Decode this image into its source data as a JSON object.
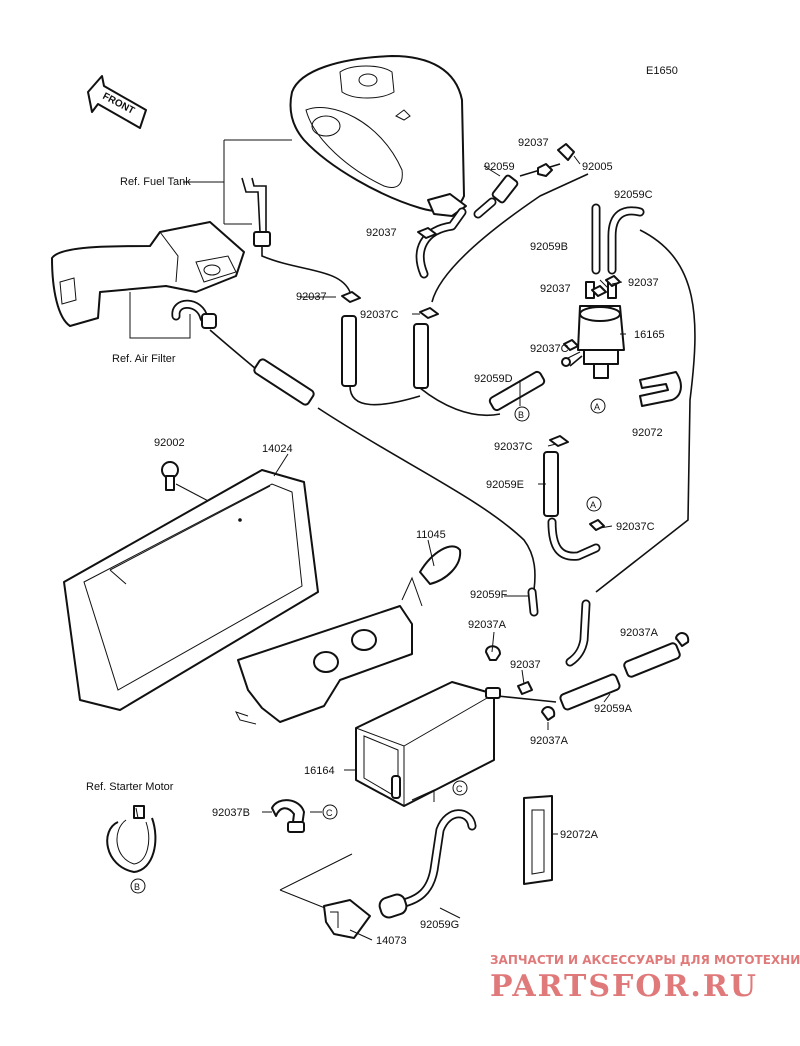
{
  "diagram_id": "E1650",
  "front_label": "FRONT",
  "refs": {
    "fuel_tank": "Ref. Fuel Tank",
    "air_filter": "Ref. Air Filter",
    "starter_motor": "Ref. Starter Motor"
  },
  "parts": {
    "p92037_top": "92037",
    "p92059_top": "92059",
    "p92005": "92005",
    "p92059C": "92059C",
    "p92037_fueltank": "92037",
    "p92059B": "92059B",
    "p92037_left": "92037",
    "p92037_filter_left": "92037",
    "p92037_filter_right": "92037",
    "p92037C_mid": "92037C",
    "p16165": "16165",
    "p92037C_filter": "92037C",
    "p92059D": "92059D",
    "p92072": "92072",
    "p92002": "92002",
    "p14024": "14024",
    "p92037C_hose": "92037C",
    "p92059E": "92059E",
    "p92037C_lowerA": "92037C",
    "p11045": "11045",
    "p92059F": "92059F",
    "p92037A_left": "92037A",
    "p92037A_right": "92037A",
    "p92037_center": "92037",
    "p92059A": "92059A",
    "p92037A_lower": "92037A",
    "p16164": "16164",
    "p92037B": "92037B",
    "p92072A": "92072A",
    "p92059G": "92059G",
    "p14073": "14073"
  },
  "callouts": {
    "A": "A",
    "B": "B",
    "C": "C"
  },
  "watermark": {
    "line1": "ЗАПЧАСТИ И АКСЕССУАРЫ ДЛЯ МОТОТЕХНИКИ",
    "line2": "PARTSFOR.RU",
    "color": "#e07a7a"
  }
}
